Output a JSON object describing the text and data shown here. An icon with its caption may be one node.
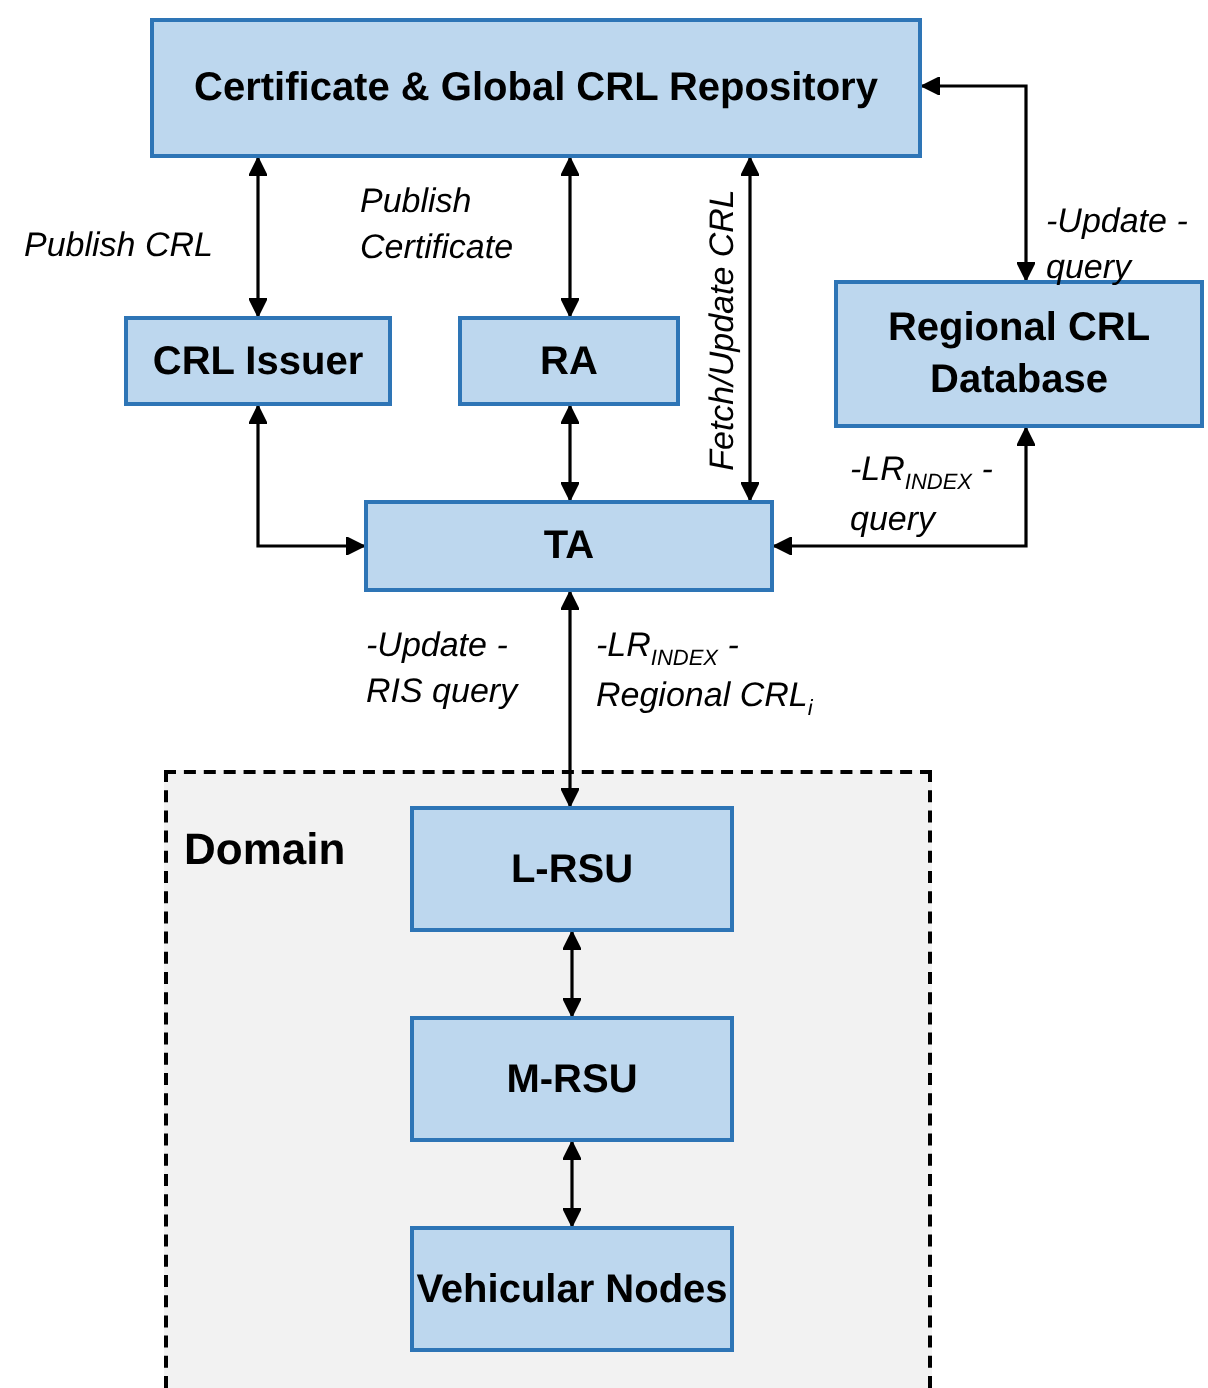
{
  "diagram": {
    "nodes": [
      {
        "text": [
          "Certificate & Global CRL Repository"
        ]
      },
      {
        "text": [
          "CRL Issuer"
        ]
      },
      {
        "text": [
          "RA"
        ]
      },
      {
        "text": [
          "Regional CRL Database"
        ]
      },
      {
        "text": [
          "TA"
        ]
      },
      {
        "text": [
          "Domain"
        ]
      },
      {
        "text": [
          "L-RSU"
        ],
        "in": 5
      },
      {
        "text": [
          "M-RSU"
        ],
        "in": 5
      },
      {
        "text": [
          "Vehicular Nodes"
        ],
        "in": 5
      }
    ],
    "edges": [
      {
        "from": 0,
        "to": 1,
        "arrow": "both",
        "label": "Publish CRL"
      },
      {
        "from": 0,
        "to": 2,
        "arrow": "both",
        "label": "Publish Certificate"
      },
      {
        "from": 4,
        "to": 0,
        "arrow": "both",
        "label": "Fetch/Update CRL"
      },
      {
        "from": 0,
        "to": 3,
        "arrow": "both",
        "label": "-Update -query"
      },
      {
        "from": 1,
        "to": 4,
        "arrow": "both"
      },
      {
        "from": 2,
        "to": 4,
        "arrow": "both"
      },
      {
        "from": 3,
        "to": 4,
        "arrow": "both",
        "label": "-LR$_{INDEX}$ -query"
      },
      {
        "from": 4,
        "to": 6,
        "arrow": "both",
        "label": "-Update -RIS query"
      },
      {
        "from": 6,
        "to": 7,
        "arrow": "both"
      },
      {
        "from": 7,
        "to": 8,
        "arrow": "both"
      }
    ],
    "labels": [
      "-LR$_{INDEX}$ -Regional CRL$_{i}$"
    ]
  }
}
